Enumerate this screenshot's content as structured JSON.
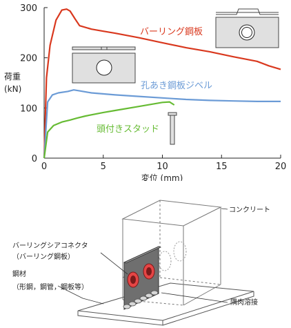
{
  "chart_data": {
    "type": "line",
    "xlabel": "変位 (mm)",
    "ylabel": "荷重",
    "ylabel_unit": "(kN)",
    "xlim": [
      0,
      20
    ],
    "ylim": [
      0,
      300
    ],
    "x_ticks": [
      "0",
      "5",
      "10",
      "15",
      "20"
    ],
    "y_ticks": [
      "0",
      "100",
      "200",
      "300"
    ],
    "grid": false,
    "series": [
      {
        "name": "バーリング鋼板",
        "color": "#d9381e",
        "x": [
          0,
          0.2,
          0.5,
          1.0,
          1.5,
          1.9,
          2.2,
          2.6,
          3.0,
          4.0,
          5.0,
          6.0,
          8.0,
          10.0,
          12.0,
          14.0,
          16.0,
          18.0,
          19.0,
          20.0
        ],
        "y": [
          0,
          160,
          225,
          275,
          295,
          297,
          293,
          278,
          264,
          257,
          253,
          249,
          240,
          230,
          220,
          212,
          202,
          193,
          184,
          177
        ]
      },
      {
        "name": "孔あき鋼板ジベル",
        "color": "#6b9bd6",
        "x": [
          0,
          0.3,
          0.7,
          1.2,
          2.0,
          2.5,
          3.0,
          4.0,
          6.0,
          8.0,
          10.0,
          12.0,
          14.0,
          16.0,
          18.0,
          20.0
        ],
        "y": [
          0,
          112,
          126,
          130,
          133,
          136,
          134,
          130,
          126,
          123,
          120,
          117,
          115,
          114,
          113,
          113
        ]
      },
      {
        "name": "頭付きスタッド",
        "color": "#66bb33",
        "x": [
          0,
          0.3,
          0.8,
          1.5,
          2.2,
          2.8,
          3.5,
          5.0,
          6.0,
          8.0,
          10.0,
          10.6,
          11.0
        ],
        "y": [
          0,
          52,
          65,
          72,
          76,
          80,
          84,
          91,
          95,
          103,
          111,
          112,
          106
        ]
      }
    ]
  },
  "diagram": {
    "concrete_label": "コンクリート",
    "connector_label_1": "バーリングシアコネクタ",
    "connector_label_2": "（バーリング鋼板）",
    "steel_label_1": "鋼材",
    "steel_label_2": "（形鋼，鋼管，鋼板等）",
    "weld_label": "隅肉溶接"
  }
}
